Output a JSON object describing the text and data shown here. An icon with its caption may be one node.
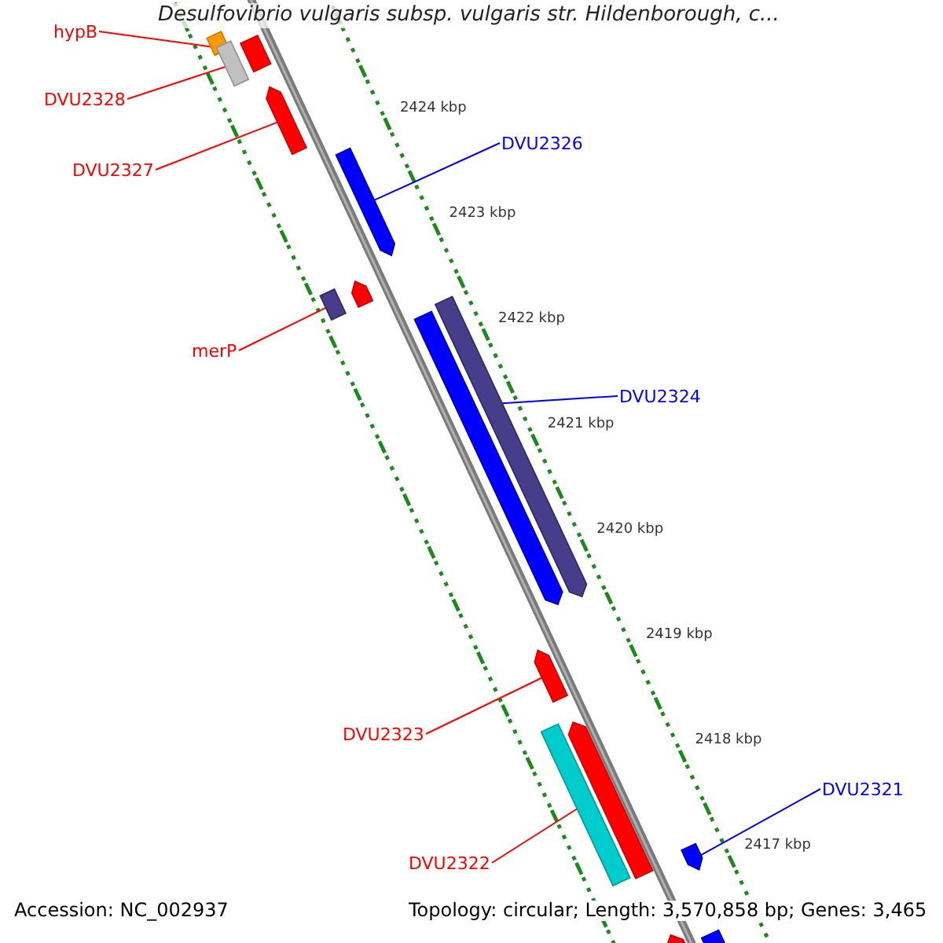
{
  "diagram": {
    "title": "Desulfovibrio vulgaris subsp. vulgaris str. Hildenborough, c...",
    "nodes": [
      {
        "text": [
          "hypB"
        ]
      },
      {
        "text": [],
        "shape": "bar"
      },
      {
        "text": [],
        "shape": "bar"
      },
      {
        "text": [
          "DVU2328"
        ]
      },
      {
        "text": [],
        "shape": "bar"
      },
      {
        "text": [
          "DVU2327"
        ]
      },
      {
        "text": [],
        "shape": "bar"
      },
      {
        "text": [
          "DVU2326"
        ]
      },
      {
        "text": [],
        "shape": "bar"
      },
      {
        "text": [
          "merP"
        ]
      },
      {
        "text": [],
        "shape": "bar"
      },
      {
        "text": [],
        "shape": "bar"
      },
      {
        "text": [
          "DVU2324"
        ]
      },
      {
        "text": [],
        "shape": "bar"
      },
      {
        "text": [],
        "shape": "bar"
      },
      {
        "text": [
          "DVU2323"
        ]
      },
      {
        "text": [],
        "shape": "bar"
      },
      {
        "text": [
          "DVU2322"
        ]
      },
      {
        "text": [],
        "shape": "bar"
      },
      {
        "text": [],
        "shape": "bar"
      },
      {
        "text": [
          "DVU2321"
        ]
      },
      {
        "text": [],
        "shape": "bar"
      },
      {
        "text": [],
        "shape": "bar"
      },
      {
        "text": [],
        "shape": "bar"
      }
    ],
    "edges": [
      {
        "from": 0,
        "to": 1,
        "arrow": "none"
      },
      {
        "from": 3,
        "to": 4,
        "arrow": "none"
      },
      {
        "from": 5,
        "to": 6,
        "arrow": "none"
      },
      {
        "from": 7,
        "to": 8,
        "arrow": "none",
        "color": "#0000ff"
      },
      {
        "from": 9,
        "to": 10,
        "arrow": "none"
      },
      {
        "from": 12,
        "to": 14,
        "arrow": "none",
        "color": "#0000ff"
      },
      {
        "from": 15,
        "to": 16,
        "arrow": "none"
      },
      {
        "from": 17,
        "to": 18,
        "arrow": "none"
      },
      {
        "from": 20,
        "to": 21,
        "arrow": "none",
        "color": "#0000ff"
      }
    ],
    "labels": [
      "2424 kbp",
      "2423 kbp",
      "2422 kbp",
      "2421 kbp",
      "2420 kbp",
      "2419 kbp",
      "2418 kbp",
      "2417 kbp",
      "Accession: NC_002937",
      "Topology: circular; Length: 3,570,858 bp; Genes: 3,465"
    ]
  }
}
